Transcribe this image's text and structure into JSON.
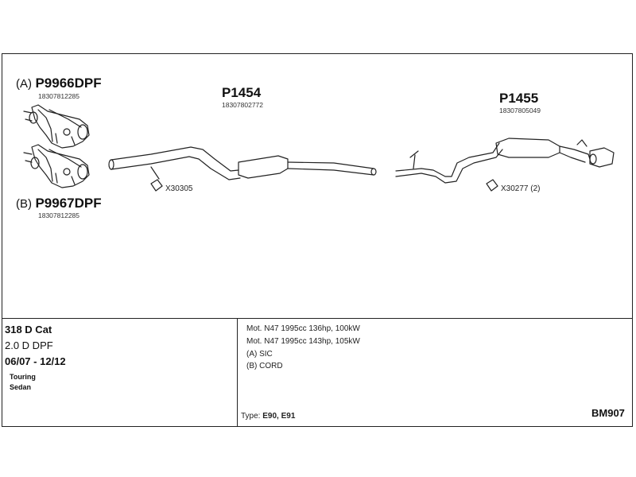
{
  "parts": {
    "cat_a": {
      "tag": "(A)",
      "number": "P9966DPF",
      "oem": "18307812285"
    },
    "cat_b": {
      "tag": "(B)",
      "number": "P9967DPF",
      "oem": "18307812285"
    },
    "mid": {
      "number": "P1454",
      "oem": "18307802772"
    },
    "rear": {
      "number": "P1455",
      "oem": "18307805049"
    }
  },
  "fittings": {
    "mid_kit": "X30305",
    "rear_kit": "X30277 (2)"
  },
  "vehicle": {
    "model": "318 D Cat",
    "engine": "2.0 D DPF",
    "dates": "06/07 - 12/12",
    "body_types": [
      "Touring",
      "Sedan"
    ]
  },
  "specs": {
    "lines": [
      "Mot. N47 1995cc 136hp, 100kW",
      "Mot. N47 1995cc 143hp, 105kW",
      "(A) SIC",
      "(B) CORD"
    ],
    "type_label": "Type:",
    "type_value": "E90, E91"
  },
  "code": "BM907",
  "colors": {
    "line": "#222222",
    "pipe_fill": "#ffffff"
  }
}
